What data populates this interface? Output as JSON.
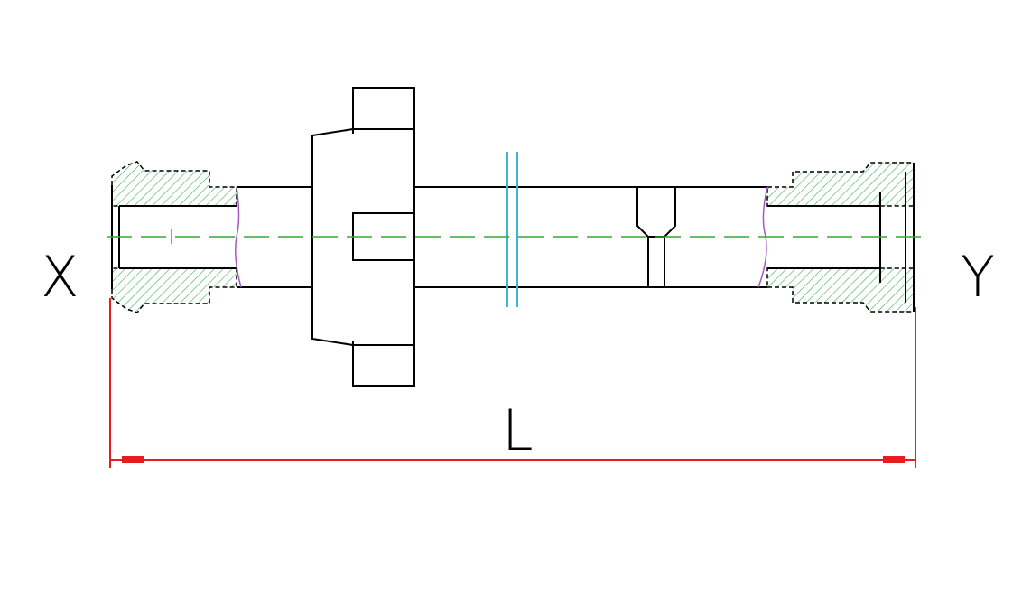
{
  "labels": {
    "left_end": "X",
    "right_end": "Y",
    "length": "L"
  },
  "colors": {
    "outline": "#000000",
    "centerline": "#2eae2e",
    "hatch": "#3fae5a",
    "dimension": "#e61e1e",
    "break_line": "#a05ac8",
    "section_mark": "#39b7d8"
  }
}
